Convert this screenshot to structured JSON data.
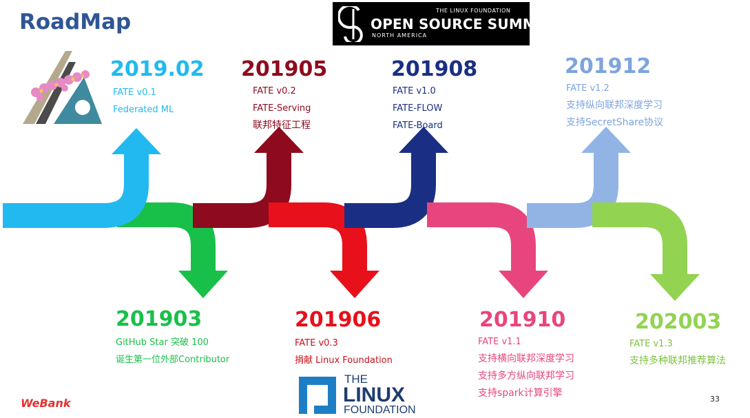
{
  "title": "RoadMap",
  "summit": {
    "top": "THE LINUX FOUNDATION",
    "main": "OPEN SOURCE SUMMIT",
    "sub": "NORTH AMERICA"
  },
  "milestones_top": [
    {
      "year": "2019.02",
      "items": [
        "FATE v0.1",
        "Federated ML"
      ],
      "color": "#22B9F0"
    },
    {
      "year": "201905",
      "items": [
        "FATE v0.2",
        "FATE-Serving",
        "联邦特征工程"
      ],
      "color": "#8E0A1E"
    },
    {
      "year": "201908",
      "items": [
        "FATE v1.0",
        "FATE-FLOW",
        "FATE-Board"
      ],
      "color": "#1A2F83"
    },
    {
      "year": "201912",
      "items": [
        "FATE v1.2",
        "支持纵向联邦深度学习",
        "支持SecretShare协议"
      ],
      "color": "#92B4E4"
    }
  ],
  "milestones_bottom": [
    {
      "year": "201903",
      "items": [
        "GitHub Star 突破 100",
        "诞生第一位外部Contributor"
      ],
      "color": "#18C04A"
    },
    {
      "year": "201906",
      "items": [
        "FATE v0.3",
        "捐献  Linux Foundation"
      ],
      "color": "#E8101A"
    },
    {
      "year": "201910",
      "items": [
        "FATE v1.1",
        "支持横向联邦深度学习",
        "支持多方纵向联邦学习",
        "支持spark计算引擎"
      ],
      "color": "#E8457E"
    },
    {
      "year": "202003",
      "items": [
        "FATE v1.3",
        "支持多种联邦推荐算法"
      ],
      "color": "#92D352"
    }
  ],
  "linux_logo": {
    "the": "THE",
    "linux": "LINUX",
    "foundation": "FOUNDATION"
  },
  "footer": {
    "brand": "WeBank",
    "page": "33"
  }
}
